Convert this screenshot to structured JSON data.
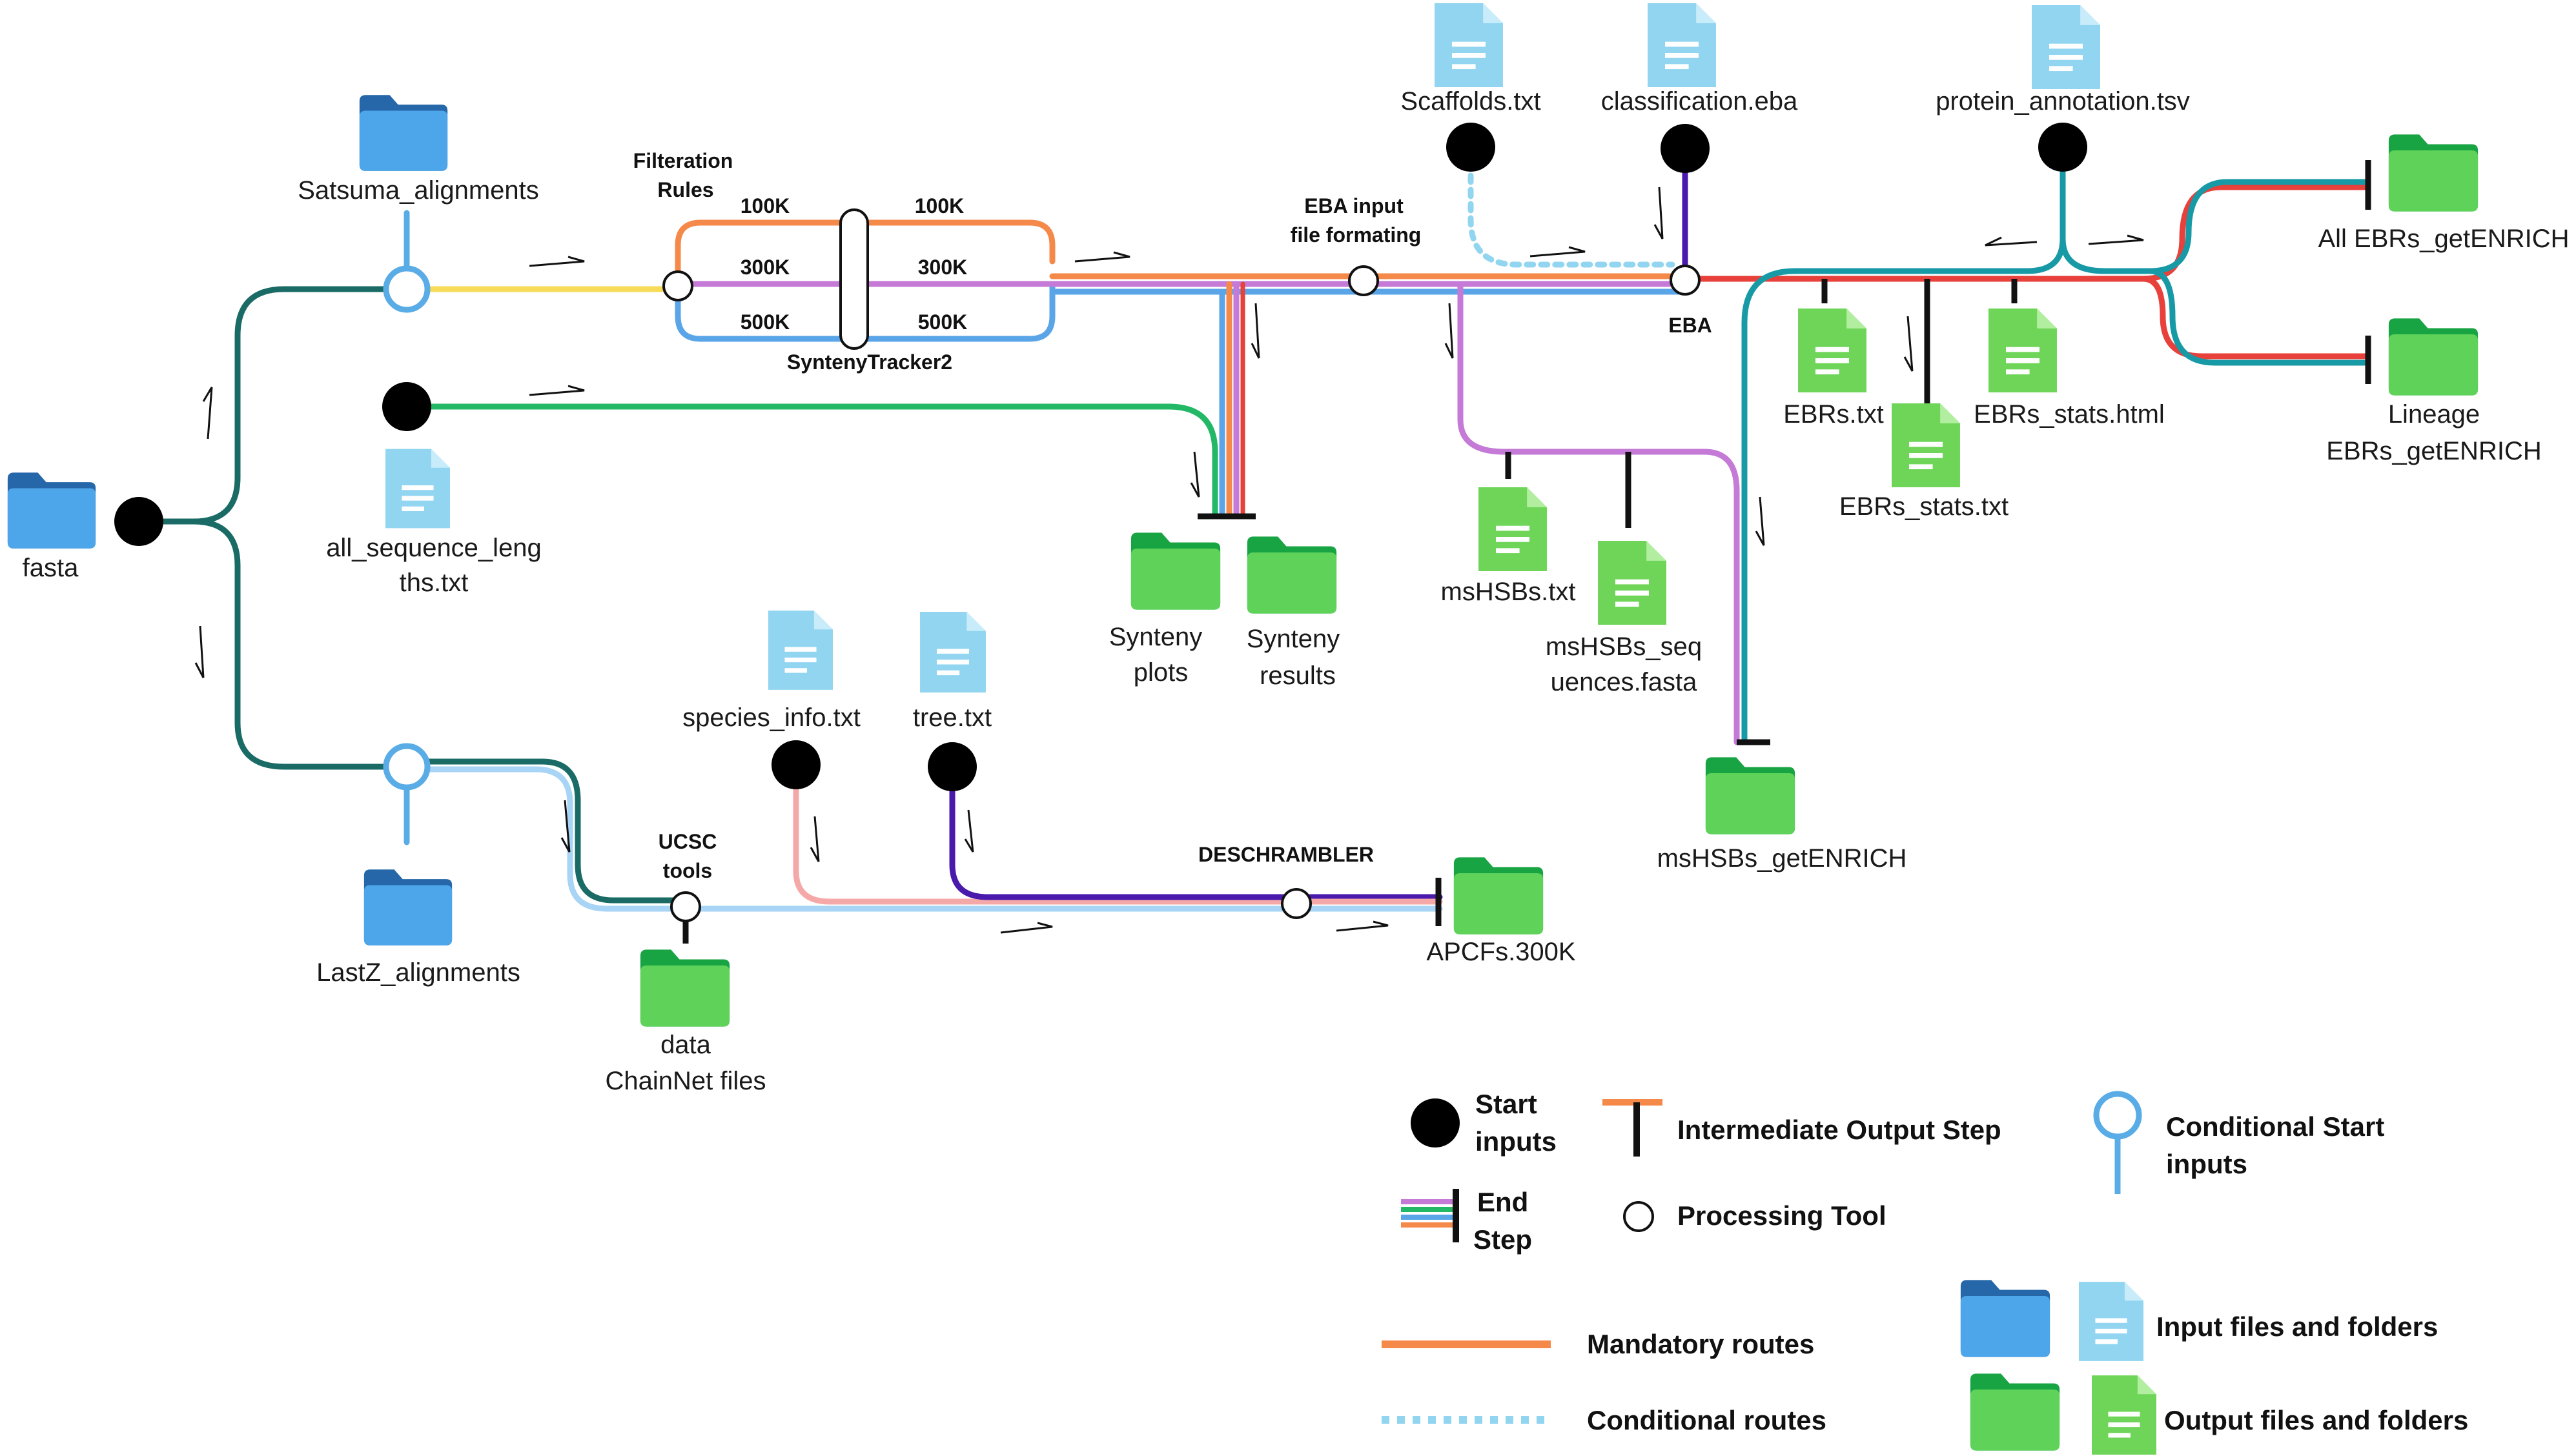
{
  "colors": {
    "dark_teal": "#1a6b66",
    "light_blue": "#5aace6",
    "yellow": "#f7dc5a",
    "orange": "#f5894a",
    "purple": "#c47ad6",
    "blue": "#5aa5e8",
    "green": "#22b866",
    "red": "#e8403a",
    "teal": "#189aa6",
    "pale_blue": "#a8d4f5",
    "pink": "#f5a8a8",
    "indigo": "#4a1aad",
    "input_folder": "#4ea6ea",
    "output_folder": "#5fd25a",
    "input_file": "#92d5f0",
    "output_file": "#6ed558"
  },
  "nodes": {
    "fasta": "fasta",
    "satsuma": "Satsuma_alignments",
    "lastz": "LastZ_alignments",
    "all_seq_line1": "all_sequence_leng",
    "all_seq_line2": "ths.txt",
    "filteration_line1": "Filteration",
    "filteration_line2": "Rules",
    "k100a": "100K",
    "k100b": "100K",
    "k300a": "300K",
    "k300b": "300K",
    "k500a": "500K",
    "k500b": "500K",
    "synteny_tracker": "SyntenyTracker2",
    "eba_input_line1": "EBA input",
    "eba_input_line2": "file formating",
    "eba": "EBA",
    "scaffolds": "Scaffolds.txt",
    "classification": "classification.eba",
    "protein": "protein_annotation.tsv",
    "all_ebrs": "All EBRs_getENRICH",
    "lineage_line1": "Lineage",
    "lineage_line2": "EBRs_getENRICH",
    "ebrs_txt": "EBRs.txt",
    "ebrs_stats_html": "EBRs_stats.html",
    "ebrs_stats_txt": "EBRs_stats.txt",
    "mshsbs_txt": "msHSBs.txt",
    "mshsbs_seq_line1": "msHSBs_seq",
    "mshsbs_seq_line2": "uences.fasta",
    "mshsbs_getenrich": "msHSBs_getENRICH",
    "synteny_plots_line1": "Synteny",
    "synteny_plots_line2": "plots",
    "synteny_results_line1": "Synteny",
    "synteny_results_line2": "results",
    "species_info": "species_info.txt",
    "tree": "tree.txt",
    "ucsc_line1": "UCSC",
    "ucsc_line2": "tools",
    "descrambler": "DESCHRAMBLER",
    "apcfs": "APCFs.300K",
    "data_line1": "data",
    "data_line2": "ChainNet files"
  },
  "legend": {
    "start_line1": "Start",
    "start_line2": "inputs",
    "intermediate": "Intermediate Output Step",
    "conditional_line1": "Conditional  Start",
    "conditional_line2": "inputs",
    "end_line1": "End",
    "end_line2": "Step",
    "processing": "Processing Tool",
    "mandatory": "Mandatory  routes",
    "conditional_routes": "Conditional  routes",
    "input_files": "Input files and folders",
    "output_files": "Output files and folders"
  }
}
